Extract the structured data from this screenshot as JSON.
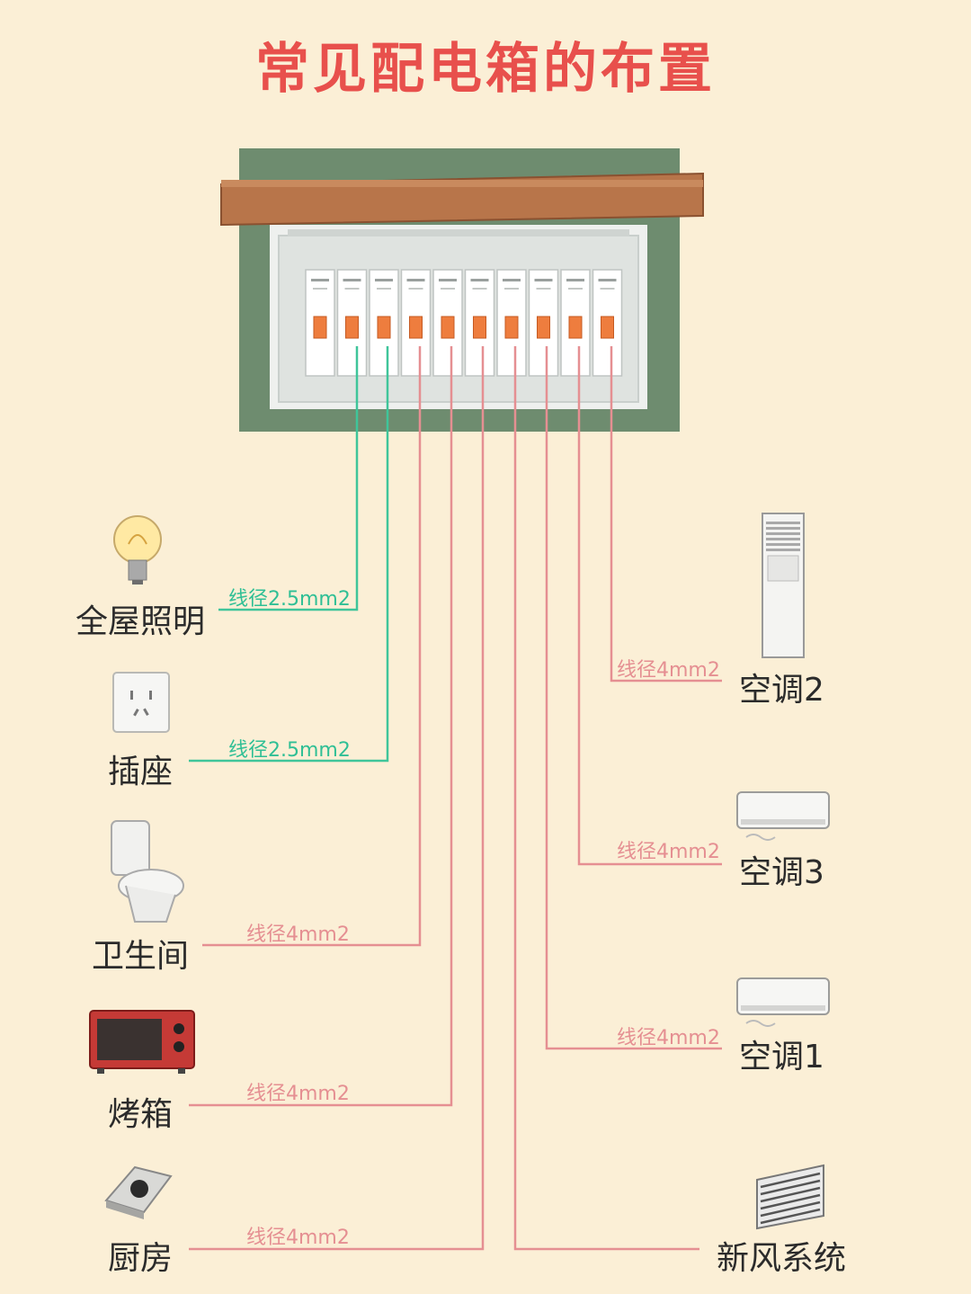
{
  "title": "常见配电箱的布置",
  "colors": {
    "background": "#fbefd6",
    "title": "#e8504c",
    "wire_green": "#3fc59a",
    "wire_red": "#e58f92",
    "panel_green": "#6e8c6f",
    "cover_wood": "#b8754a",
    "breaker_handle": "#ee7d3e"
  },
  "breaker_count": 10,
  "circuits": [
    {
      "device": "全屋照明",
      "icon": "light-bulb-icon",
      "wire": "线径2.5mm2",
      "wire_color": "green"
    },
    {
      "device": "插座",
      "icon": "wall-socket-icon",
      "wire": "线径2.5mm2",
      "wire_color": "green"
    },
    {
      "device": "卫生间",
      "icon": "toilet-icon",
      "wire": "线径4mm2",
      "wire_color": "red"
    },
    {
      "device": "烤箱",
      "icon": "oven-icon",
      "wire": "线径4mm2",
      "wire_color": "red"
    },
    {
      "device": "厨房",
      "icon": "gas-stove-icon",
      "wire": "线径4mm2",
      "wire_color": "red"
    },
    {
      "device": "新风系统",
      "icon": "fresh-air-vent-icon",
      "wire": "",
      "wire_color": "red"
    },
    {
      "device": "空调1",
      "icon": "wall-ac-icon",
      "wire": "线径4mm2",
      "wire_color": "red"
    },
    {
      "device": "空调3",
      "icon": "wall-ac-icon",
      "wire": "线径4mm2",
      "wire_color": "red"
    },
    {
      "device": "空调2",
      "icon": "floor-ac-icon",
      "wire": "线径4mm2",
      "wire_color": "red"
    }
  ]
}
